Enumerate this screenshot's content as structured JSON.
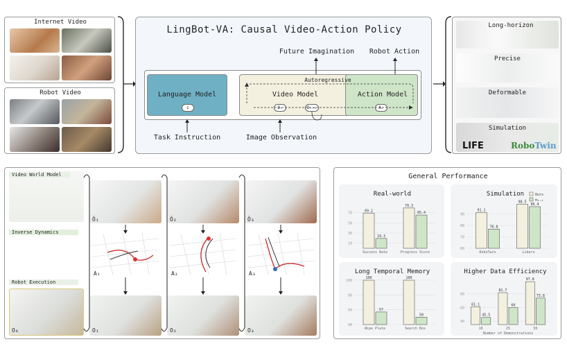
{
  "left_data": {
    "internet_title": "Internet Video",
    "robot_title": "Robot Video"
  },
  "center": {
    "title": "LingBot-VA: Causal Video-Action Policy",
    "future_imagination": "Future Imagination",
    "robot_action": "Robot Action",
    "autoregressive": "Autoregressive",
    "language_model": "Language Model",
    "video_model": "Video Model",
    "action_model": "Action Model",
    "token_c": "c",
    "token_o": "Oₜ",
    "token_ok": "Oₜ₊ₖ",
    "token_a": "Aₜ",
    "task_instruction": "Task Instruction",
    "image_observation": "Image Observation"
  },
  "right_tasks": {
    "long_horizon": "Long-horizon",
    "precise": "Precise",
    "deformable": "Deformable",
    "simulation": "Simulation",
    "libero_logo": "LIFE",
    "robotwin_logo_a": "Robo",
    "robotwin_logo_b": "Twin"
  },
  "bottom_left": {
    "row1": "Video World Model",
    "row2": "Inverse Dynamics",
    "row3": "Robot Execution",
    "obs": [
      "Ô₁",
      "Ô₂",
      "Ô₃"
    ],
    "actions": [
      "A₁",
      "A₂",
      "A₃"
    ],
    "exec_obs": [
      "O₀",
      "O₁",
      "O₂",
      "O₃"
    ]
  },
  "colors": {
    "language_model": "#6fb0c4",
    "video_model": "#f3f0df",
    "action_model": "#cfe5c8",
    "ours": "#f3f0df",
    "baseline": "#cfe5c8"
  },
  "chart_data": [
    {
      "type": "bar",
      "title": "Real-world",
      "categories": [
        "Success Rate",
        "Progress Score"
      ],
      "series": [
        {
          "name": "Ours",
          "values": [
            69.2,
            79.3
          ]
        },
        {
          "name": "π₀.₅",
          "values": [
            19.3,
            65.4
          ]
        }
      ],
      "yticks": [
        10,
        30,
        50,
        70
      ],
      "ylim": [
        0,
        90
      ]
    },
    {
      "type": "bar",
      "title": "Simulation",
      "categories": [
        "RoboTwin",
        "Libero"
      ],
      "series": [
        {
          "name": "Ours",
          "values": [
            91.1,
            98.5
          ]
        },
        {
          "name": "π₀.₅",
          "values": [
            76.8,
            96.4
          ]
        }
      ],
      "yticks": [
        60,
        70,
        80,
        90
      ],
      "ylim": [
        60,
        100
      ],
      "legend": "top-right"
    },
    {
      "type": "bar",
      "title": "Long Temporal Memory",
      "categories": [
        "Wipe Plate",
        "Search Box"
      ],
      "series": [
        {
          "name": "Ours",
          "values": [
            100,
            100
          ]
        },
        {
          "name": "π₀.₅",
          "values": [
            57,
            50
          ]
        }
      ],
      "yticks": [
        40,
        60,
        80,
        100
      ],
      "ylim": [
        40,
        100
      ]
    },
    {
      "type": "bar",
      "title": "Higher Data Efficiency",
      "categories": [
        "10",
        "25",
        "50"
      ],
      "series": [
        {
          "name": "Ours",
          "values": [
            61.1,
            81.7,
            97.8
          ]
        },
        {
          "name": "π₀.₅",
          "values": [
            45.5,
            60.0,
            73.8
          ]
        }
      ],
      "xlabel": "Number of Demonstrations",
      "yticks": [
        40,
        60,
        80
      ],
      "ylim": [
        35,
        100
      ]
    }
  ],
  "general_title": "General Performance",
  "legend": {
    "ours": "Ours",
    "baseline": "π₀.₅"
  }
}
